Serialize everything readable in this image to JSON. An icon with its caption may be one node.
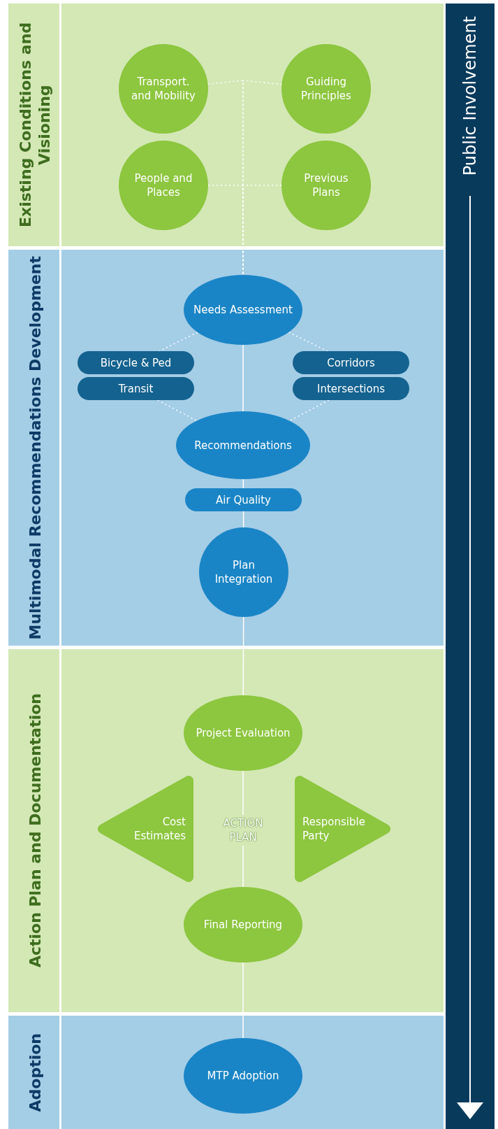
{
  "diagram": {
    "nodes": [
      {
        "text": [
          "Existing Conditions and Visioning"
        ]
      },
      {
        "text": [
          "Transport. and Mobility"
        ],
        "in": 0
      },
      {
        "text": [
          "Guiding Principles"
        ],
        "in": 0
      },
      {
        "text": [
          "People and Places"
        ],
        "in": 0
      },
      {
        "text": [
          "Previous Plans"
        ],
        "in": 0
      },
      {
        "text": [
          "Multimodal Recommendations Development"
        ]
      },
      {
        "text": [
          "Needs Assessment"
        ],
        "in": 5
      },
      {
        "text": [
          "Bicycle & Ped"
        ],
        "in": 5
      },
      {
        "text": [
          "Transit"
        ],
        "in": 5
      },
      {
        "text": [
          "Corridors"
        ],
        "in": 5
      },
      {
        "text": [
          "Intersections"
        ],
        "in": 5
      },
      {
        "text": [
          "Recommendations"
        ],
        "in": 5
      },
      {
        "text": [
          "Air Quality"
        ],
        "in": 5
      },
      {
        "text": [
          "Plan Integration"
        ],
        "in": 5
      },
      {
        "text": [
          "Action Plan and Documentation"
        ]
      },
      {
        "text": [
          "Project Evaluation"
        ],
        "in": 14
      },
      {
        "text": [
          "Cost Estimates"
        ],
        "in": 14
      },
      {
        "text": [
          "ACTION PLAN"
        ],
        "in": 14
      },
      {
        "text": [
          "Responsible Party"
        ],
        "in": 14
      },
      {
        "text": [
          "Final Reporting"
        ],
        "in": 14
      },
      {
        "text": [
          "Adoption"
        ]
      },
      {
        "text": [
          "MTP Adoption"
        ],
        "in": 20
      },
      {
        "text": [
          "Public Involvement"
        ]
      }
    ],
    "edges": [
      {
        "from": 1,
        "to": 6,
        "arrow": "none",
        "style": "dashed"
      },
      {
        "from": 2,
        "to": 6,
        "arrow": "none",
        "style": "dashed"
      },
      {
        "from": 3,
        "to": 6,
        "arrow": "none",
        "style": "dashed"
      },
      {
        "from": 4,
        "to": 6,
        "arrow": "none",
        "style": "dashed"
      },
      {
        "from": 6,
        "to": 7,
        "arrow": "none",
        "style": "dashed"
      },
      {
        "from": 6,
        "to": 9,
        "arrow": "none",
        "style": "dashed"
      },
      {
        "from": 6,
        "to": 11,
        "arrow": "none"
      },
      {
        "from": 8,
        "to": 11,
        "arrow": "none",
        "style": "dashed"
      },
      {
        "from": 10,
        "to": 11,
        "arrow": "none",
        "style": "dashed"
      },
      {
        "from": 11,
        "to": 12,
        "arrow": "none"
      },
      {
        "from": 12,
        "to": 13,
        "arrow": "none"
      },
      {
        "from": 13,
        "to": 15,
        "arrow": "none"
      },
      {
        "from": 15,
        "to": 17,
        "arrow": "none"
      },
      {
        "from": 17,
        "to": 19,
        "arrow": "none"
      },
      {
        "from": 19,
        "to": 21,
        "arrow": "none"
      }
    ]
  }
}
